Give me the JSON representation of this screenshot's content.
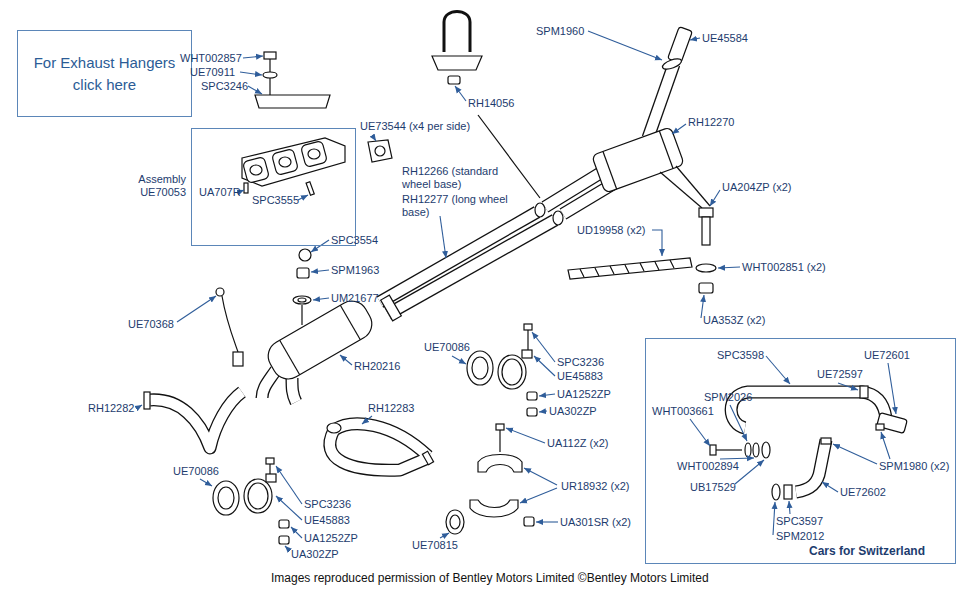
{
  "diagram": {
    "caption": "Images reproduced permission of Bentley Motors Limited ©Bentley Motors Limited",
    "nodes": [
      {
        "text": [
          "For Exhaust Hangers click here"
        ]
      },
      {
        "text": [
          "Assembly UE70053"
        ]
      },
      {
        "text": [
          "Cars for Switzerland"
        ]
      }
    ],
    "labels": [
      "WHT002857",
      "UE70911",
      "SPC3246",
      "UE73544 (x4 per side)",
      "RH14056",
      "SPM1960",
      "UE45584",
      "RH12270",
      "UA707R",
      "SPC3555",
      "SPC3554",
      "RH12266 (standard wheel base)",
      "RH12277 (long wheel base)",
      "UA204ZP (x2)",
      "UD19958 (x2)",
      "SPM1963",
      "UM21677",
      "WHT002851 (x2)",
      "UE70368",
      "UA353Z (x2)",
      "SPC3598",
      "UE72601",
      "UE72597",
      "UE70086",
      "SPC3236",
      "UE45883",
      "UA1252ZP",
      "UA302ZP",
      "RH20216",
      "SPM2026",
      "WHT003661",
      "RH12282",
      "RH12283",
      "UA112Z (x2)",
      "SPM1980 (x2)",
      "WHT002894",
      "UR18932 (x2)",
      "UB17529",
      "UE72602",
      "UE70086",
      "SPC3236",
      "UE45883",
      "SPC3597",
      "UA1252ZP",
      "UA301SR (x2)",
      "UE70815",
      "SPM2012",
      "UA302ZP"
    ]
  }
}
